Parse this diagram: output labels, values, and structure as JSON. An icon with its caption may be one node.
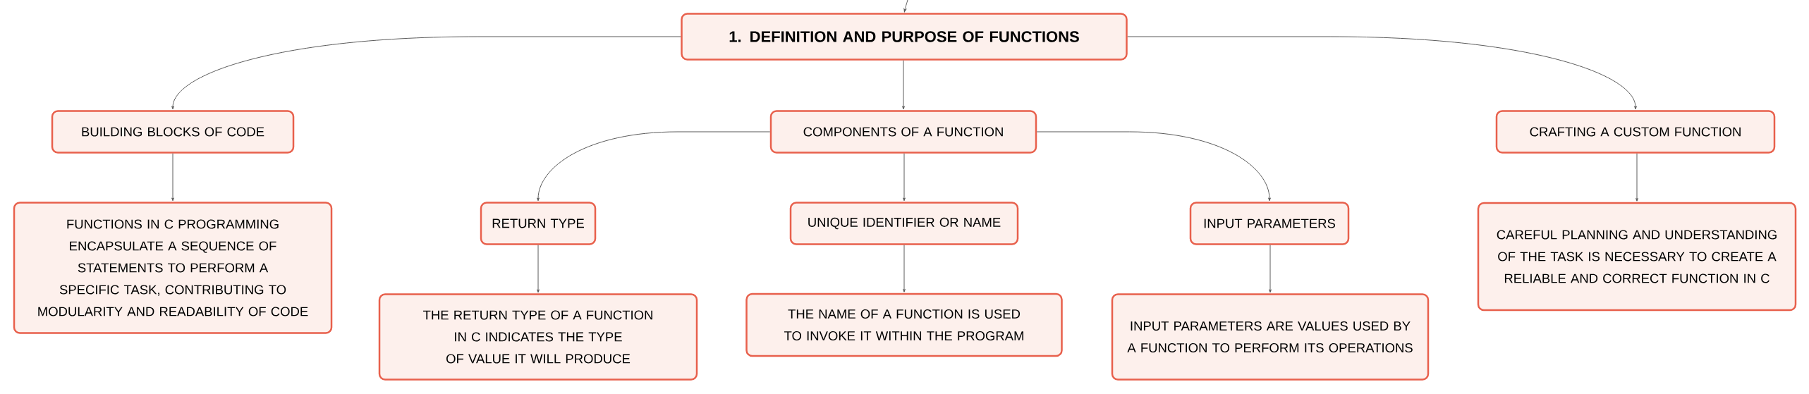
{
  "diagram": {
    "nodes": [
      {
        "text": [
          "1. DEFINITION AND PURPOSE OF FUNCTIONS"
        ]
      },
      {
        "text": [
          "BUILDING BLOCKS OF CODE"
        ]
      },
      {
        "text": [
          "COMPONENTS OF A FUNCTION"
        ]
      },
      {
        "text": [
          "CRAFTING A CUSTOM FUNCTION"
        ]
      },
      {
        "text": [
          "FUNCTIONS IN C PROGRAMMING ENCAPSULATE A SEQUENCE OF STATEMENTS TO PERFORM A SPECIFIC TASK, CONTRIBUTING TO MODULARITY AND READABILITY OF CODE"
        ]
      },
      {
        "text": [
          "RETURN TYPE"
        ]
      },
      {
        "text": [
          "UNIQUE IDENTIFIER OR NAME"
        ]
      },
      {
        "text": [
          "INPUT PARAMETERS"
        ]
      },
      {
        "text": [
          "CAREFUL PLANNING AND UNDERSTANDING OF THE TASK IS NECESSARY TO CREATE A RELIABLE AND CORRECT FUNCTION IN C"
        ]
      },
      {
        "text": [
          "THE RETURN TYPE OF A FUNCTION IN C INDICATES THE TYPE OF VALUE IT WILL PRODUCE"
        ]
      },
      {
        "text": [
          "THE NAME OF A FUNCTION IS USED TO INVOKE IT WITHIN THE PROGRAM"
        ]
      },
      {
        "text": [
          "INPUT PARAMETERS ARE VALUES USED BY A FUNCTION TO PERFORM ITS OPERATIONS"
        ]
      }
    ],
    "edges": [
      {
        "from": null,
        "to": 0,
        "arrow": "to"
      },
      {
        "from": 0,
        "to": 1,
        "arrow": "to"
      },
      {
        "from": 0,
        "to": 2,
        "arrow": "to"
      },
      {
        "from": 0,
        "to": 3,
        "arrow": "to"
      },
      {
        "from": 1,
        "to": 4,
        "arrow": "to"
      },
      {
        "from": 2,
        "to": 5,
        "arrow": "to"
      },
      {
        "from": 2,
        "to": 6,
        "arrow": "to"
      },
      {
        "from": 2,
        "to": 7,
        "arrow": "to"
      },
      {
        "from": 3,
        "to": 8,
        "arrow": "to"
      },
      {
        "from": 5,
        "to": 9,
        "arrow": "to"
      },
      {
        "from": 6,
        "to": 10,
        "arrow": "to"
      },
      {
        "from": 7,
        "to": 11,
        "arrow": "to"
      }
    ]
  }
}
